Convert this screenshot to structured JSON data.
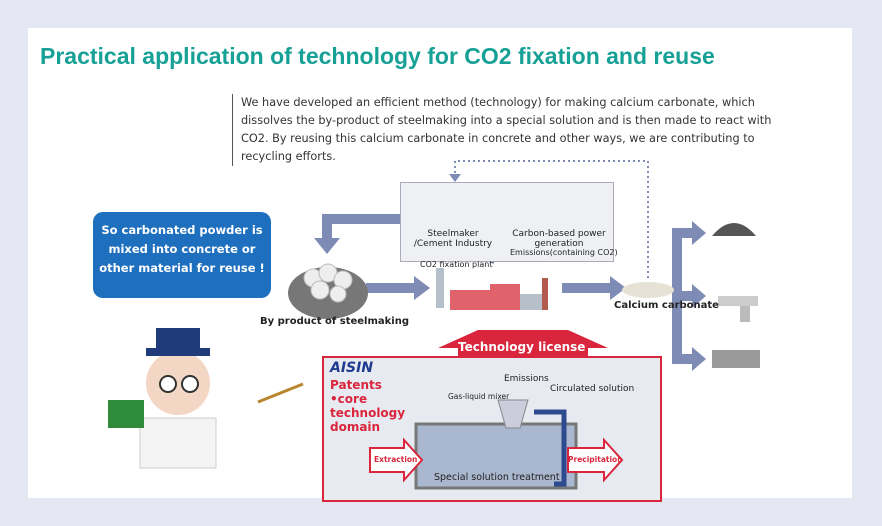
{
  "title": "Practical application of technology for CO2 fixation and reuse",
  "description": "We have developed an efficient method (technology) for making calcium carbonate, which dissolves the by-product of steelmaking into a special solution and is then made to react with CO2. By reusing this calcium carbonate in concrete and other ways, we are contributing to recycling efforts.",
  "bubble": "So carbonated powder is mixed into concrete or other material for reuse !",
  "labels": {
    "steelmaker": "Steelmaker /Cement Industry",
    "power": "Carbon-based power generation",
    "emissions_co2": "Emissions(containing CO2)",
    "plant": "CO2 fixation plant",
    "byproduct": "By product of steelmaking",
    "calcium": "Calcium carbonate"
  },
  "license": {
    "arrow": "Technology license",
    "brand": "AISIN",
    "patents": "Patents",
    "core": "•core technology domain",
    "emissions": "Emissions",
    "mixer": "Gas-liquid mixer",
    "circulated": "Circulated solution",
    "extraction": "Extraction",
    "precipitation": "Precipitation",
    "treatment": "Special solution treatment"
  },
  "colors": {
    "title": "#17a196",
    "arrow": "#7d8bb5",
    "red": "#d9263d",
    "bubble": "#1f6fbf"
  }
}
